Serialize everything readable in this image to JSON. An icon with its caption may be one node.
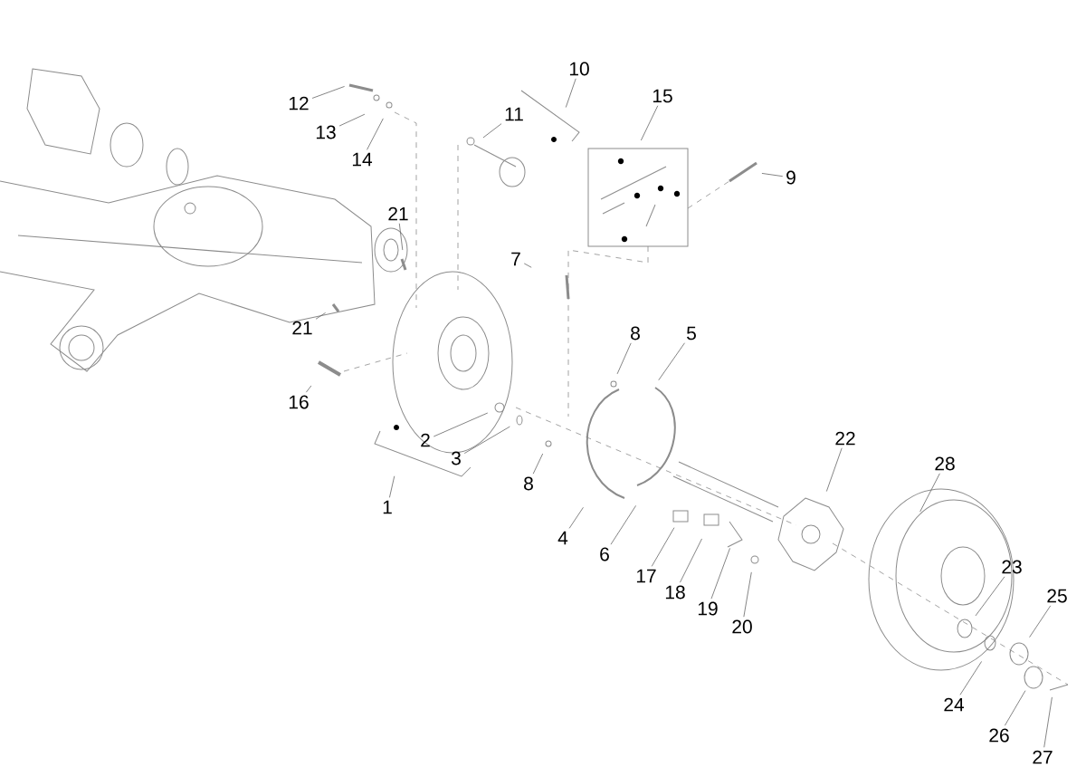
{
  "diagram": {
    "nodes": [
      {
        "text": [
          "12"
        ]
      },
      {
        "text": [
          "10"
        ]
      },
      {
        "text": [
          "15"
        ]
      },
      {
        "text": [
          "13"
        ]
      },
      {
        "text": [
          "11"
        ]
      },
      {
        "text": [
          "14"
        ]
      },
      {
        "text": [
          "9"
        ]
      },
      {
        "text": [
          "21"
        ]
      },
      {
        "text": [
          "7"
        ]
      },
      {
        "text": [
          "8"
        ]
      },
      {
        "text": [
          "5"
        ]
      },
      {
        "text": [
          "21"
        ]
      },
      {
        "text": [
          "16"
        ]
      },
      {
        "text": [
          "22"
        ]
      },
      {
        "text": [
          "28"
        ]
      },
      {
        "text": [
          "2"
        ]
      },
      {
        "text": [
          "3"
        ]
      },
      {
        "text": [
          "8"
        ]
      },
      {
        "text": [
          "1"
        ]
      },
      {
        "text": [
          "4"
        ]
      },
      {
        "text": [
          "6"
        ]
      },
      {
        "text": [
          "17"
        ]
      },
      {
        "text": [
          "23"
        ]
      },
      {
        "text": [
          "25"
        ]
      },
      {
        "text": [
          "18"
        ]
      },
      {
        "text": [
          "19"
        ]
      },
      {
        "text": [
          "20"
        ]
      },
      {
        "text": [
          "24"
        ]
      },
      {
        "text": [
          "26"
        ]
      },
      {
        "text": [
          "27"
        ]
      }
    ],
    "edges": [
      {
        "from": 0,
        "to": null,
        "arrow": "none"
      },
      {
        "from": 1,
        "to": null,
        "arrow": "none"
      },
      {
        "from": 2,
        "to": null,
        "arrow": "none"
      },
      {
        "from": 3,
        "to": null,
        "arrow": "none"
      },
      {
        "from": 4,
        "to": null,
        "arrow": "none"
      },
      {
        "from": 5,
        "to": null,
        "arrow": "none"
      },
      {
        "from": 6,
        "to": null,
        "arrow": "none"
      },
      {
        "from": 7,
        "to": null,
        "arrow": "none"
      },
      {
        "from": 8,
        "to": null,
        "arrow": "none"
      },
      {
        "from": 9,
        "to": null,
        "arrow": "none"
      },
      {
        "from": 10,
        "to": null,
        "arrow": "none"
      },
      {
        "from": 11,
        "to": null,
        "arrow": "none"
      },
      {
        "from": 12,
        "to": null,
        "arrow": "none"
      },
      {
        "from": 13,
        "to": null,
        "arrow": "none"
      },
      {
        "from": 14,
        "to": null,
        "arrow": "none"
      },
      {
        "from": 15,
        "to": null,
        "arrow": "none"
      },
      {
        "from": 16,
        "to": null,
        "arrow": "none"
      },
      {
        "from": 17,
        "to": null,
        "arrow": "none"
      },
      {
        "from": 18,
        "to": null,
        "arrow": "none"
      },
      {
        "from": 19,
        "to": null,
        "arrow": "none"
      },
      {
        "from": 20,
        "to": null,
        "arrow": "none"
      },
      {
        "from": 21,
        "to": null,
        "arrow": "none"
      },
      {
        "from": 22,
        "to": null,
        "arrow": "none"
      },
      {
        "from": 23,
        "to": null,
        "arrow": "none"
      },
      {
        "from": 24,
        "to": null,
        "arrow": "none"
      },
      {
        "from": 25,
        "to": null,
        "arrow": "none"
      },
      {
        "from": 26,
        "to": null,
        "arrow": "none"
      },
      {
        "from": 27,
        "to": null,
        "arrow": "none"
      },
      {
        "from": 28,
        "to": null,
        "arrow": "none"
      },
      {
        "from": 29,
        "to": null,
        "arrow": "none"
      }
    ]
  }
}
